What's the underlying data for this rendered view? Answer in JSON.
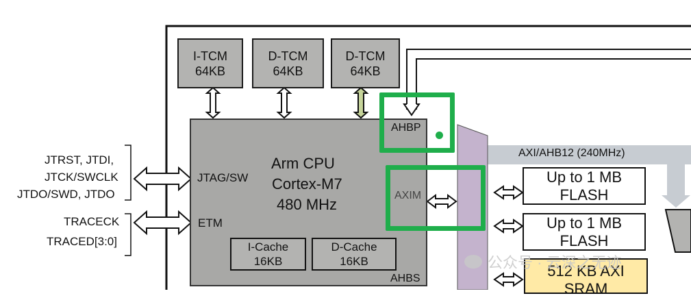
{
  "memories": {
    "itcm": {
      "name": "I-TCM",
      "size": "64KB"
    },
    "dtcm1": {
      "name": "D-TCM",
      "size": "64KB"
    },
    "dtcm2": {
      "name": "D-TCM",
      "size": "64KB"
    }
  },
  "cpu": {
    "line1": "Arm  CPU",
    "line2": "Cortex-M7",
    "line3": "480 MHz",
    "jtag": "JTAG/SW",
    "etm": "ETM",
    "ahbp": "AHBP",
    "axim": "AXIM",
    "ahbs": "AHBS",
    "icache": {
      "name": "I-Cache",
      "size": "16KB"
    },
    "dcache": {
      "name": "D-Cache",
      "size": "16KB"
    }
  },
  "debug_signals": {
    "jtag_lines": [
      "JTRST, JTDI,",
      "JTCK/SWCLK",
      "JTDO/SWD, JTDO"
    ],
    "trace_lines": [
      "TRACECK",
      "TRACED[3:0]"
    ]
  },
  "bus": {
    "label": "AXI/AHB12 (240MHz)"
  },
  "peripherals": {
    "flash1": [
      "Up to 1 MB",
      "FLASH"
    ],
    "flash2": [
      "Up to 1 MB",
      "FLASH"
    ],
    "sram": [
      "512 KB AXI",
      "SRAM"
    ]
  },
  "watermark": "公众号 · 云深之无迹",
  "colors": {
    "highlight": "#1fae4b",
    "cpu_fill": "#a8a8a6",
    "bus_matrix": "#c4b3cd",
    "sram_fill": "#ffeaa6",
    "dtcm_arrow": "#c6d49a"
  }
}
